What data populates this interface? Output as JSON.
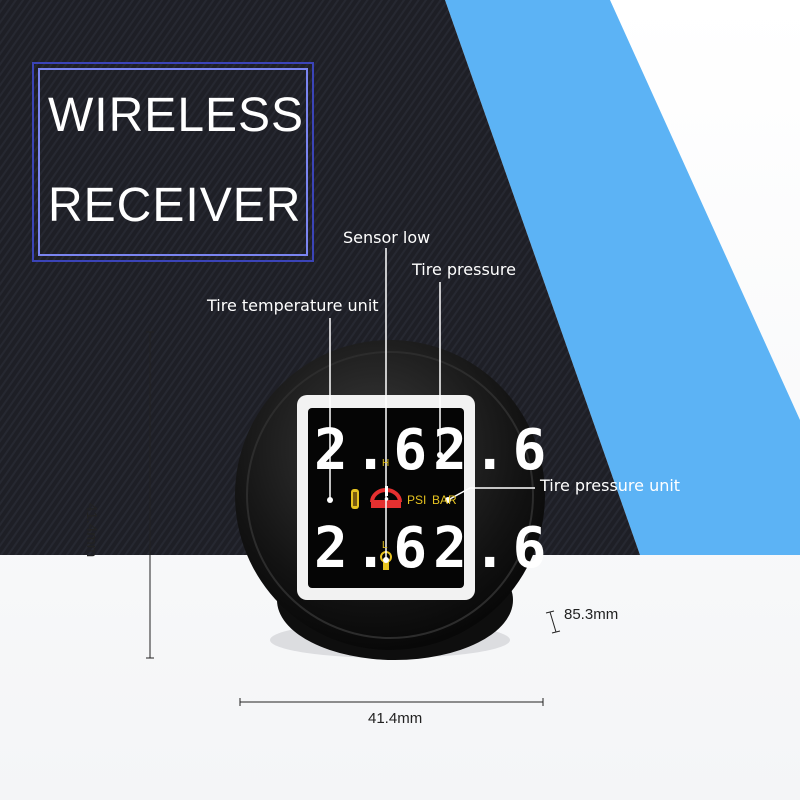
{
  "title": {
    "line1": "WIRELESS",
    "line2": "RECEIVER"
  },
  "callouts": {
    "sensor_low": "Sensor low",
    "tire_pressure": "Tire pressure",
    "tire_temperature_unit": "Tire temperature unit",
    "tire_pressure_unit": "Tire pressure unit"
  },
  "display": {
    "top_reading": "2.62.6",
    "bottom_reading": "2.62.6",
    "high_marker": "H",
    "low_marker": "L",
    "psi_label": "PSI",
    "bar_label": "BAR"
  },
  "dimensions": {
    "height": "41.4mm",
    "width": "41.4mm",
    "depth": "85.3mm"
  },
  "colors": {
    "dark_background": "#1e1f26",
    "accent_blue": "#5cb3f5",
    "title_frame": "#5a63d6",
    "display_digits": "#ffffff",
    "warning_icon": "#e53030",
    "indicator_yellow": "#e6c320"
  },
  "icons": [
    "thermometer-icon",
    "tire-pressure-warning-icon",
    "sensor-icon"
  ]
}
